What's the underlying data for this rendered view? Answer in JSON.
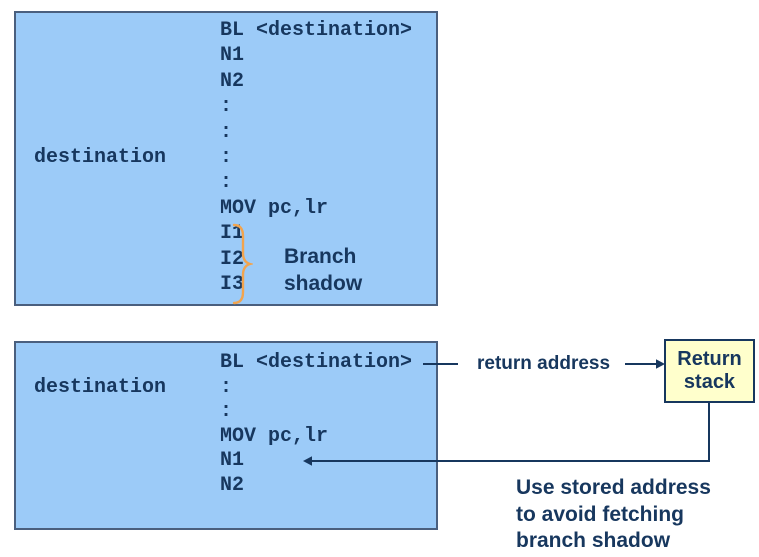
{
  "colors": {
    "box_fill": "#9CCBF8",
    "box_border": "#4A5F7E",
    "text_navy": "#17375E",
    "brace_orange": "#F2A44E",
    "stack_fill": "#FFFFCC"
  },
  "top_box": {
    "label": "destination",
    "lines": [
      "BL <destination>",
      "N1",
      "N2",
      ":",
      ":",
      ":",
      ":",
      "MOV pc,lr",
      "I1",
      "I2",
      "I3"
    ],
    "annotation_lines": [
      "Branch",
      "shadow"
    ]
  },
  "bottom_box": {
    "label": "destination",
    "lines": [
      "BL <destination>",
      ":",
      ":",
      "MOV pc,lr",
      "N1",
      "N2"
    ]
  },
  "return_stack": {
    "lines": [
      "Return",
      "stack"
    ]
  },
  "labels": {
    "return_address": "return address",
    "note_lines": [
      "Use stored address",
      "to avoid fetching",
      "branch shadow"
    ]
  }
}
